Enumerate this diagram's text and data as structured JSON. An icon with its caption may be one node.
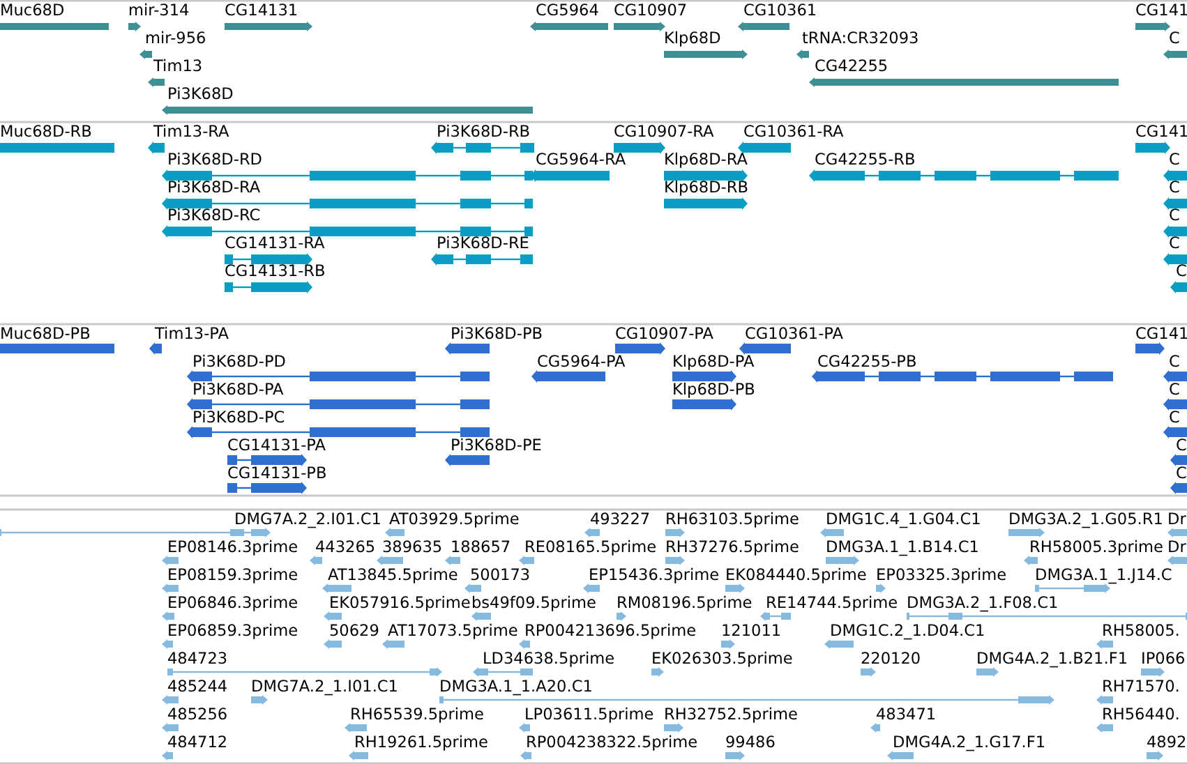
{
  "diagram": {
    "labels": [
      "Muc68D",
      "mir-314",
      "CG14131",
      "CG5964",
      "CG10907",
      "CG10361",
      "CG141",
      "mir-956",
      "Klp68D",
      "tRNA:CR32093",
      "C",
      "Tim13",
      "CG42255",
      "Pi3K68D",
      "Muc68D-RB",
      "Tim13-RA",
      "Pi3K68D-RB",
      "CG10907-RA",
      "CG10361-RA",
      "CG141",
      "Pi3K68D-RD",
      "CG5964-RA",
      "Klp68D-RA",
      "CG42255-RB",
      "C",
      "Pi3K68D-RA",
      "Klp68D-RB",
      "C",
      "Pi3K68D-RC",
      "C",
      "CG14131-RA",
      "Pi3K68D-RE",
      "C",
      "CG14131-RB",
      "C",
      "Muc68D-PB",
      "Tim13-PA",
      "Pi3K68D-PB",
      "CG10907-PA",
      "CG10361-PA",
      "CG141",
      "Pi3K68D-PD",
      "CG5964-PA",
      "Klp68D-PA",
      "CG42255-PB",
      "C",
      "Pi3K68D-PA",
      "Klp68D-PB",
      "C",
      "Pi3K68D-PC",
      "C",
      "CG14131-PA",
      "Pi3K68D-PE",
      "C",
      "CG14131-PB",
      "C",
      "DMG7A.2_2.I01.C1",
      "AT03929.5prime",
      "493227",
      "RH63103.5prime",
      "DMG1C.4_1.G04.C1",
      "DMG3A.2_1.G05.R1",
      "Dr",
      "EP08146.3prime",
      "443265",
      "389635",
      "188657",
      "RE08165.5prime",
      "RH37276.5prime",
      "DMG3A.1_1.B14.C1",
      "RH58005.3prime",
      "Dr",
      "EP08159.3prime",
      "AT13845.5prime",
      "500173",
      "EP15436.3prime",
      "EK084440.5prime",
      "EP03325.3prime",
      "DMG3A.1_1.J14.C",
      "EP06846.3prime",
      "EK057916.5prime",
      "bs49f09.5prime",
      "RM08196.5prime",
      "RE14744.5prime",
      "DMG3A.2_1.F08.C1",
      "EP06859.3prime",
      "50629",
      "AT17073.5prime",
      "RP004213696.5prime",
      "121011",
      "DMG1C.2_1.D04.C1",
      "RH58005.",
      "484723",
      "LD34638.5prime",
      "EK026303.5prime",
      "220120",
      "DMG4A.2_1.B21.F1",
      "IP066",
      "485244",
      "DMG7A.2_1.I01.C1",
      "DMG3A.1_1.A20.C1",
      "RH71570.",
      "485256",
      "RH65539.5prime",
      "LP03611.5prime",
      "RH32752.5prime",
      "483471",
      "RH56440.",
      "484712",
      "RH19261.5prime",
      "RP004238322.5prime",
      "99486",
      "DMG4A.2_1.G17.F1",
      "4892"
    ]
  }
}
